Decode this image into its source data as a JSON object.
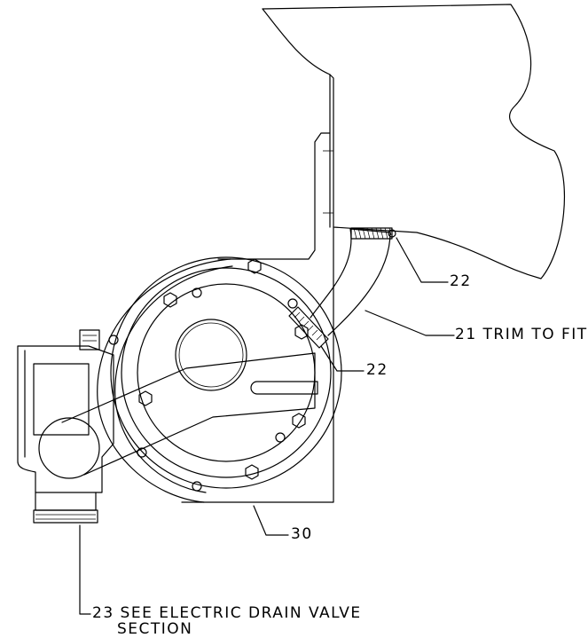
{
  "callouts": {
    "top_clamp": "22",
    "hose": "21 TRIM TO FIT",
    "lower_clamp": "22",
    "bracket": "30",
    "valve_line1": "23 SEE ELECTRIC DRAIN VALVE",
    "valve_line2": "SECTION"
  },
  "colors": {
    "ink": "#000000",
    "paper": "#ffffff"
  }
}
